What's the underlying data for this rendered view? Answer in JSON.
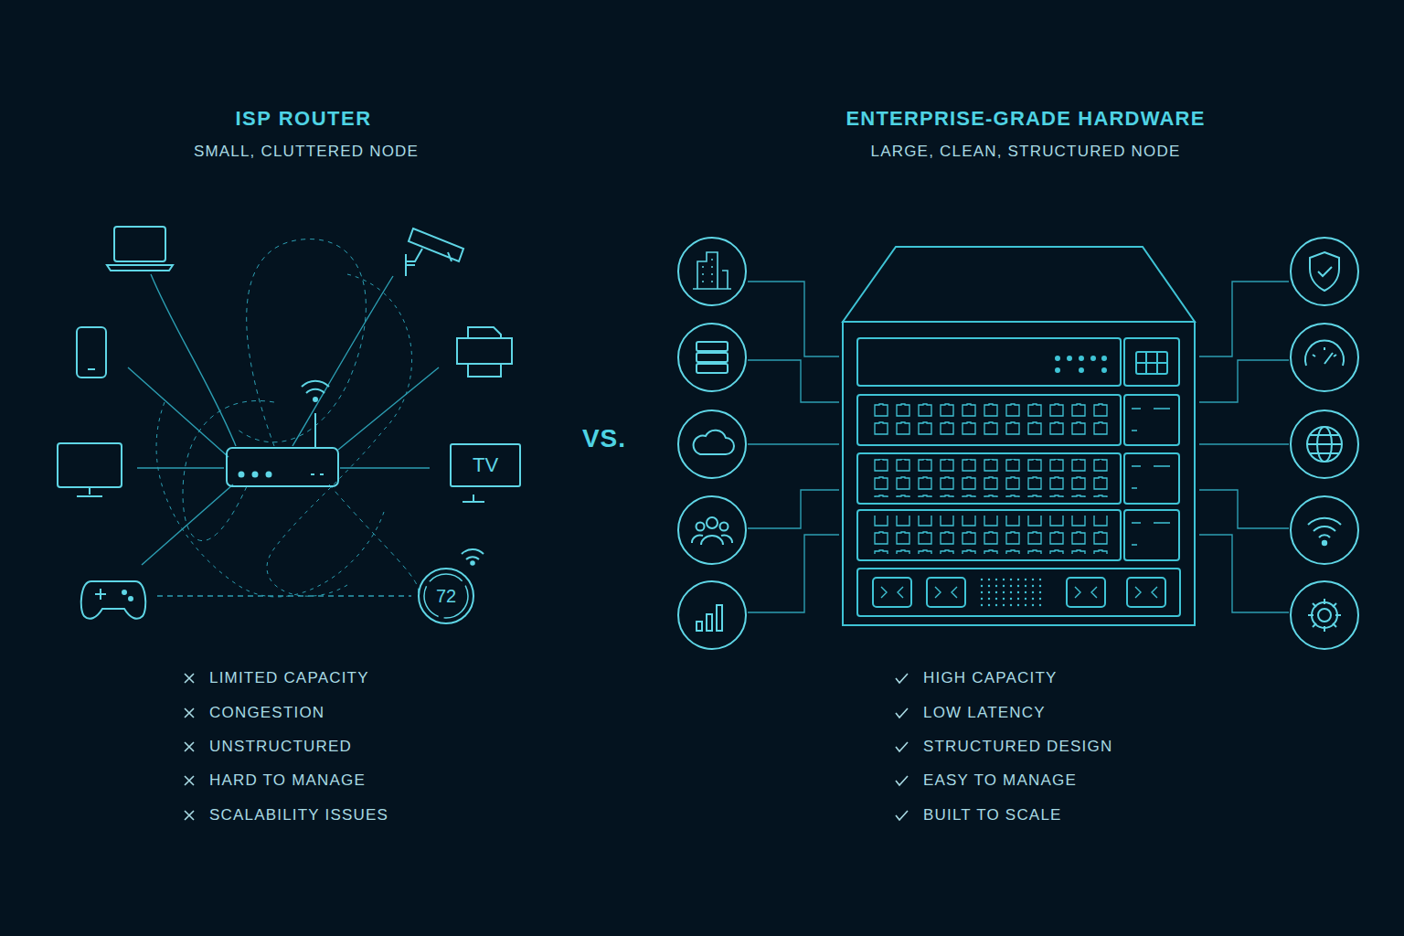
{
  "diagram": {
    "nodes": [
      {
        "text": [
          "TV"
        ]
      },
      {
        "text": [
          "72"
        ]
      }
    ],
    "labels": [
      "ISP ROUTER",
      "SMALL, CLUTTERED NODE",
      "ENTERPRISE-GRADE HARDWARE",
      "LARGE, CLEAN, STRUCTURED NODE",
      "VS.",
      "LIMITED CAPACITY",
      "CONGESTION",
      "UNSTRUCTURED",
      "HARD TO MANAGE",
      "SCALABILITY ISSUES",
      "HIGH CAPACITY",
      "LOW LATENCY",
      "STRUCTURED DESIGN",
      "EASY TO MANAGE",
      "BUILT TO SCALE"
    ]
  }
}
